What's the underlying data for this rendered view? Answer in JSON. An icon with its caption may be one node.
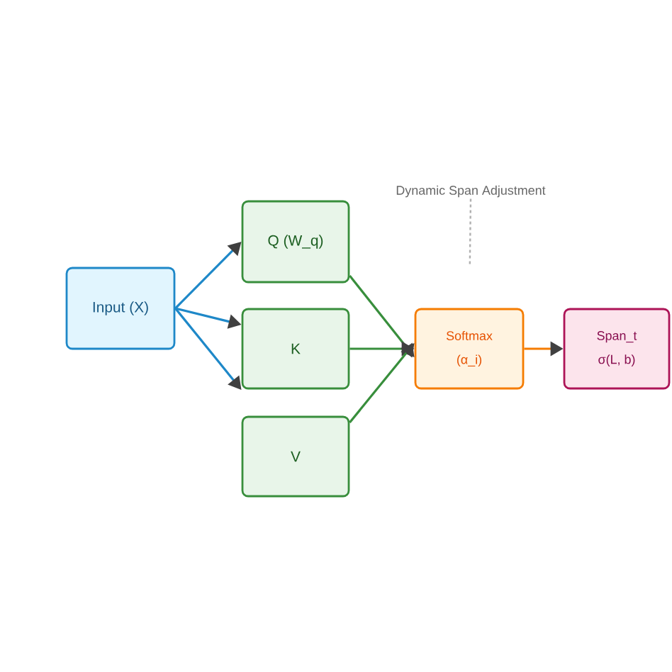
{
  "diagram": {
    "nodes": [
      {
        "text": [
          "Input (X)"
        ]
      },
      {
        "text": [
          "Q (W_q)"
        ]
      },
      {
        "text": [
          "K"
        ]
      },
      {
        "text": [
          "V"
        ]
      },
      {
        "text": [
          "Softmax",
          "(α_i)"
        ]
      },
      {
        "text": [
          "Span_t",
          "σ(L, b)"
        ]
      },
      {
        "text": [
          "Dynamic Span Adjustment"
        ]
      }
    ],
    "edges": [
      {
        "from": 0,
        "to": 1,
        "arrow": "to",
        "color": "#1e88c8"
      },
      {
        "from": 0,
        "to": 2,
        "arrow": "to",
        "color": "#1e88c8"
      },
      {
        "from": 0,
        "to": 2,
        "arrow": "to",
        "color": "#1e88c8"
      },
      {
        "from": 1,
        "to": 4,
        "arrow": "to",
        "color": "#388e3c"
      },
      {
        "from": 2,
        "to": 4,
        "arrow": "to",
        "color": "#388e3c"
      },
      {
        "from": 3,
        "to": 4,
        "arrow": "to",
        "color": "#388e3c"
      },
      {
        "from": 4,
        "to": 5,
        "arrow": "to",
        "color": "#f57c00"
      },
      {
        "from": 6,
        "to": 4,
        "arrow": "none",
        "style": "dashed",
        "color": "#b0b0b0"
      }
    ]
  }
}
